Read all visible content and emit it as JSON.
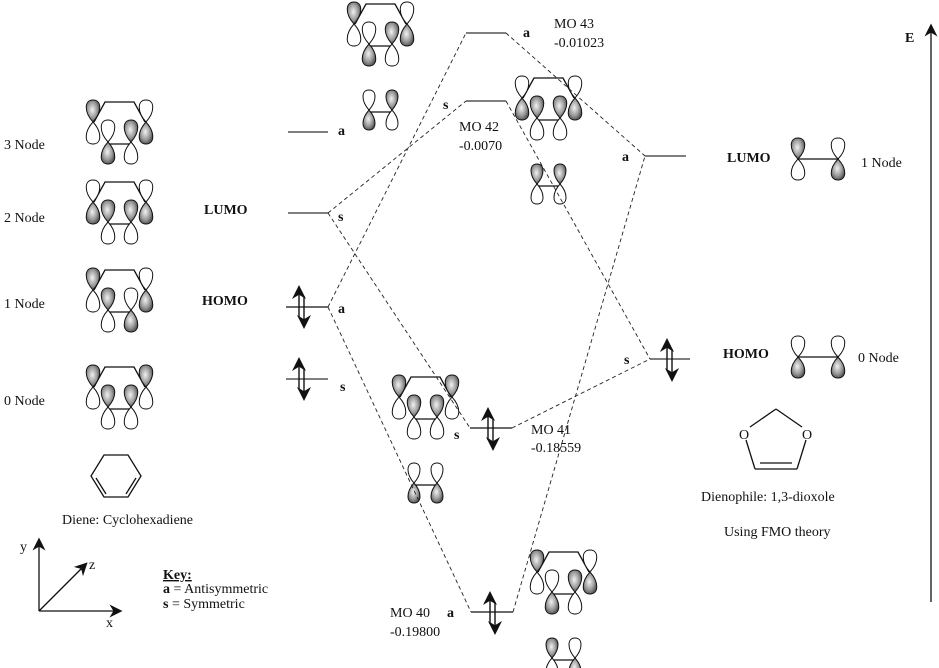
{
  "diene": {
    "name_label": "Diene: Cyclohexadiene",
    "orbitals": [
      {
        "label": "3 Node",
        "level_symmetry": "a",
        "frontier": ""
      },
      {
        "label": "2 Node",
        "level_symmetry": "s",
        "frontier": "LUMO"
      },
      {
        "label": "1 Node",
        "level_symmetry": "a",
        "frontier": "HOMO"
      },
      {
        "label": "0 Node",
        "level_symmetry": "s",
        "frontier": ""
      }
    ]
  },
  "dienophile": {
    "name_label": "Dienophile: 1,3-dioxole",
    "method_label": "Using FMO theory",
    "oxygen_label": "O",
    "orbitals": [
      {
        "label": "1 Node",
        "level_symmetry": "a",
        "frontier": "LUMO"
      },
      {
        "label": "0 Node",
        "level_symmetry": "s",
        "frontier": "HOMO"
      }
    ]
  },
  "product_mos": [
    {
      "name": "MO 43",
      "energy": "-0.01023",
      "symmetry": "a"
    },
    {
      "name": "MO 42",
      "energy": "-0.0070",
      "symmetry": "s"
    },
    {
      "name": "MO 41",
      "energy": "-0.18559",
      "symmetry": "s"
    },
    {
      "name": "MO 40",
      "energy": "-0.19800",
      "symmetry": "a"
    }
  ],
  "energy_axis": {
    "label": "E"
  },
  "coordinate_axes": {
    "x": "x",
    "y": "y",
    "z": "z"
  },
  "key": {
    "title": "Key:",
    "entries": [
      {
        "symbol": "a",
        "meaning": " = Antisymmetric"
      },
      {
        "symbol": "s",
        "meaning": " = Symmetric"
      }
    ]
  }
}
